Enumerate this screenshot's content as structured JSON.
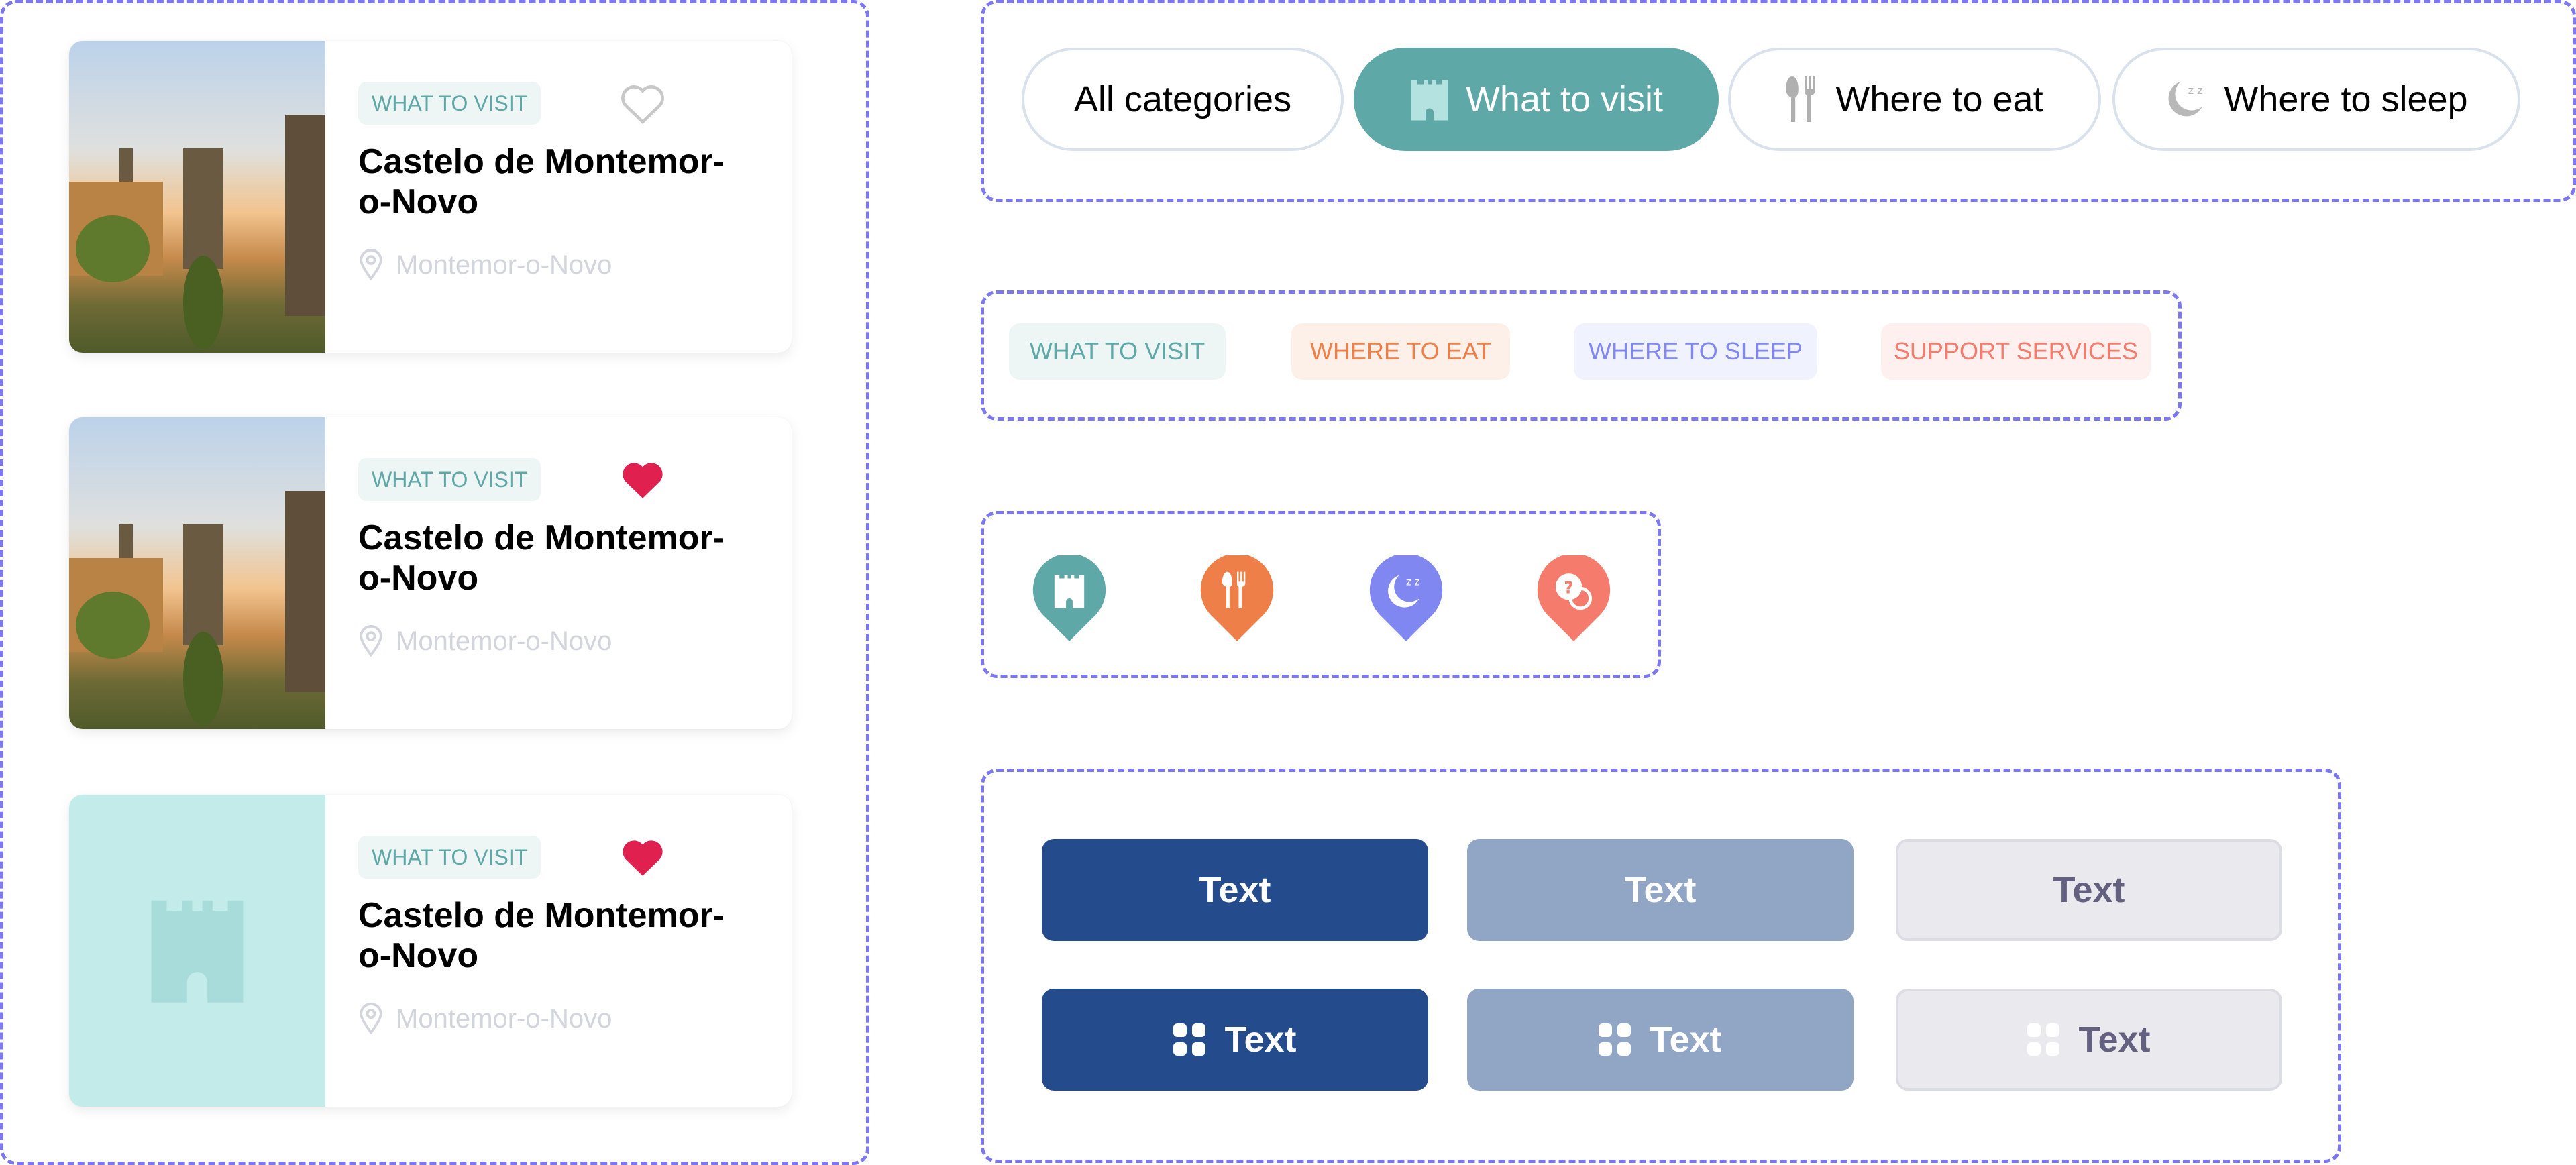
{
  "cards": [
    {
      "tag": "WHAT TO VISIT",
      "title": "Castelo de Montemor-o-Novo",
      "location": "Montemor-o-Novo",
      "favorite": false,
      "image": "photo"
    },
    {
      "tag": "WHAT TO VISIT",
      "title": "Castelo de Montemor-o-Novo",
      "location": "Montemor-o-Novo",
      "favorite": true,
      "image": "photo"
    },
    {
      "tag": "WHAT TO VISIT",
      "title": "Castelo de Montemor-o-Novo",
      "location": "Montemor-o-Novo",
      "favorite": true,
      "image": "placeholder"
    }
  ],
  "filters": [
    {
      "label": "All categories",
      "icon": "none",
      "active": false
    },
    {
      "label": "What to visit",
      "icon": "castle-icon",
      "active": true
    },
    {
      "label": "Where to eat",
      "icon": "fork-knife-icon",
      "active": false
    },
    {
      "label": "Where to sleep",
      "icon": "moon-sleep-icon",
      "active": false
    }
  ],
  "category_tags": [
    {
      "label": "WHAT TO VISIT",
      "color": "#5fa8a8",
      "bg": "#eef6f5"
    },
    {
      "label": "WHERE TO EAT",
      "color": "#ef7f48",
      "bg": "#fdf0e9"
    },
    {
      "label": "WHERE TO SLEEP",
      "color": "#8087f0",
      "bg": "#f0f2fe"
    },
    {
      "label": "SUPPORT SERVICES",
      "color": "#f57b6d",
      "bg": "#fef0ee"
    }
  ],
  "pins": [
    {
      "icon": "castle-icon",
      "color": "#5fa8a8"
    },
    {
      "icon": "fork-knife-icon",
      "color": "#ef7f48"
    },
    {
      "icon": "moon-sleep-icon",
      "color": "#8087f0"
    },
    {
      "icon": "question-chat-icon",
      "color": "#f57b6d"
    }
  ],
  "buttons": {
    "label": "Text",
    "primary": "#244c8c",
    "secondary": "#91a6c4",
    "tertiary": "#e9e9ee"
  }
}
